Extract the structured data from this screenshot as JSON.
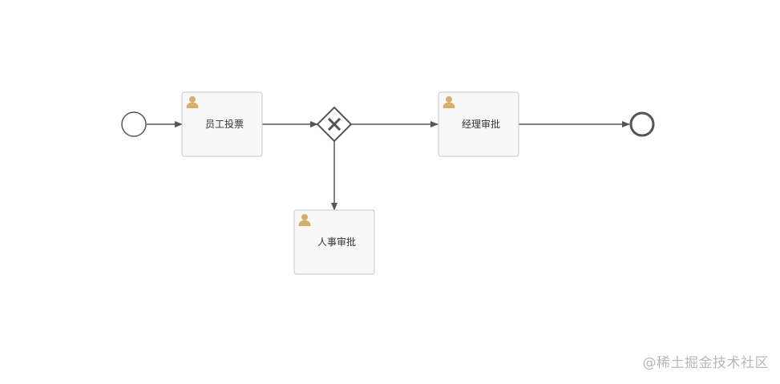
{
  "diagram": {
    "start_event": {
      "type": "start-event"
    },
    "end_event": {
      "type": "end-event"
    },
    "gateway": {
      "type": "exclusive-gateway",
      "icon": "x-icon"
    },
    "tasks": [
      {
        "id": "task-employee-submit",
        "label": "员工投票",
        "icon": "user-icon"
      },
      {
        "id": "task-manager-approval",
        "label": "经理审批",
        "icon": "user-icon"
      },
      {
        "id": "task-hr-approval",
        "label": "人事审批",
        "icon": "user-icon"
      }
    ],
    "colors": {
      "stroke": "#555555",
      "task_fill": "#f8f8f8",
      "task_border": "#c8c8c8",
      "user_icon": "#d4b06a"
    }
  },
  "watermark": "@稀土掘金技术社区"
}
